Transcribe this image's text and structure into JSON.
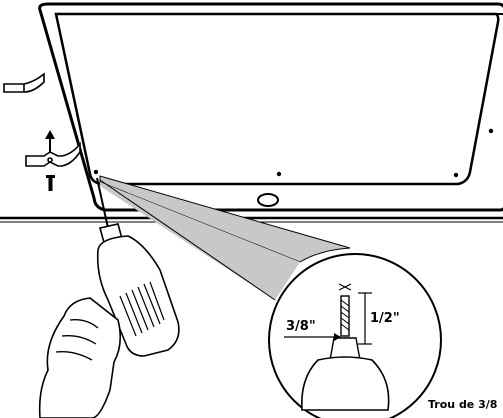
{
  "figure": {
    "drill_bit_diameter": "3/8\"",
    "drill_depth": "1/2\"",
    "caption": "Trou de 3/8"
  },
  "icons": {
    "sink": "sink-basin-icon",
    "drill": "power-drill-icon",
    "bracket": "mounting-clip-icon",
    "screw": "screw-icon",
    "arrow": "arrow-up-icon",
    "magnifier": "detail-magnifier-icon"
  },
  "colors": {
    "line": "#000000",
    "fill": "#ffffff",
    "shade": "#c8c8c8"
  }
}
